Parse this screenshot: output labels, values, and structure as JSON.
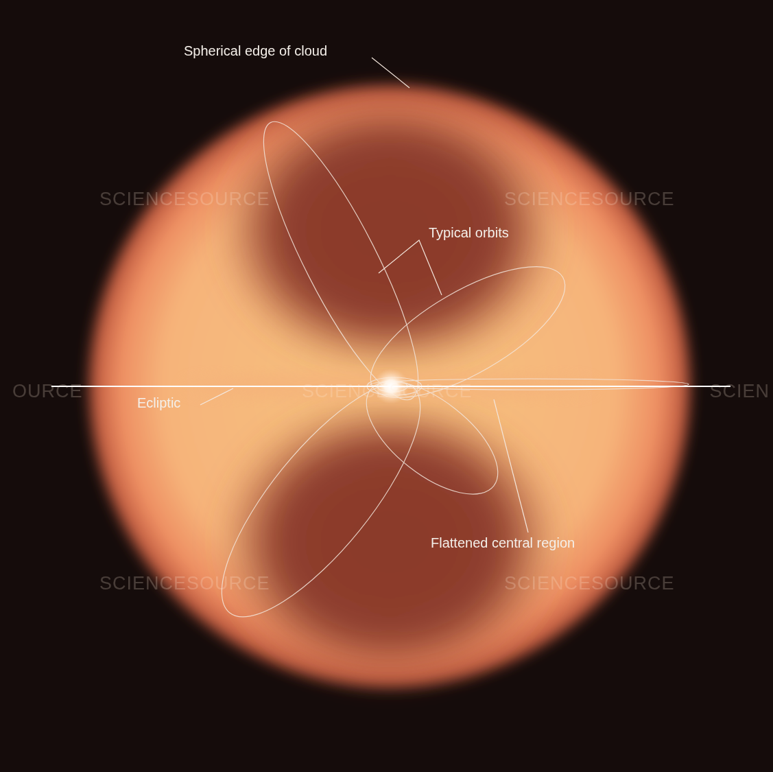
{
  "diagram": {
    "labels": [
      "Spherical edge of cloud",
      "Typical orbits",
      "Ecliptic",
      "Flattened central region",
      "SCIENCESOURCE",
      "SCIENCESOURCE",
      "SCIENCESOURCE",
      "SCIENCESOURCE",
      "SCIENCESOURCE",
      "OURCE",
      "SCIEN"
    ]
  }
}
